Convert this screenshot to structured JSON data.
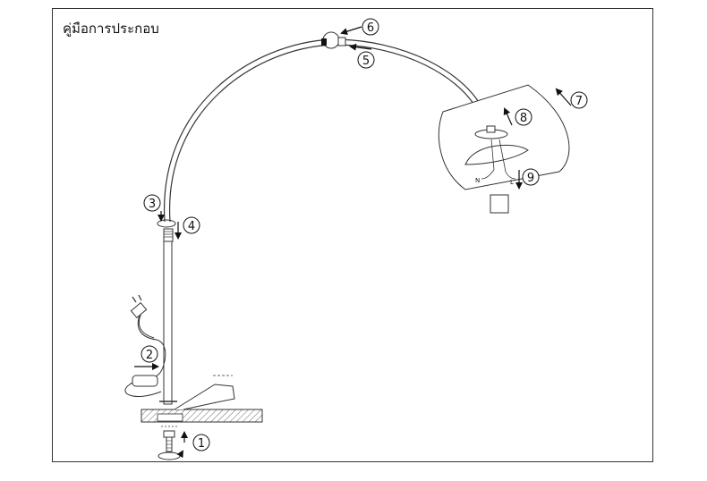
{
  "title": "คู่มือการประกอบ",
  "steps": [
    "1",
    "2",
    "3",
    "4",
    "5",
    "6",
    "7",
    "8",
    "9"
  ],
  "wire_labels": {
    "neutral": "N",
    "live": "L"
  }
}
